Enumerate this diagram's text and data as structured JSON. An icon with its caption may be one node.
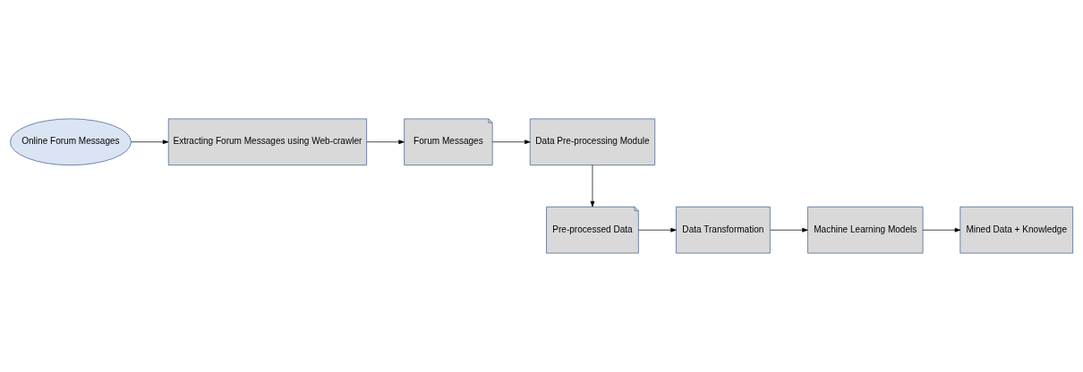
{
  "diagram": {
    "nodes": [
      {
        "text": [
          "Online Forum Messages"
        ]
      },
      {
        "text": [
          "Extracting Forum Messages using Web-crawler"
        ]
      },
      {
        "text": [
          "Forum Messages"
        ]
      },
      {
        "text": [
          "Data Pre-processing Module"
        ]
      },
      {
        "text": [
          "Pre-processed Data"
        ]
      },
      {
        "text": [
          "Data Transformation"
        ]
      },
      {
        "text": [
          "Machine Learning Models"
        ]
      },
      {
        "text": [
          "Mined Data + Knowledge"
        ]
      }
    ],
    "edges": [
      {
        "from": 0,
        "to": 1,
        "arrow": "to"
      },
      {
        "from": 1,
        "to": 2,
        "arrow": "to"
      },
      {
        "from": 2,
        "to": 3,
        "arrow": "to"
      },
      {
        "from": 3,
        "to": 4,
        "arrow": "to"
      },
      {
        "from": 4,
        "to": 5,
        "arrow": "to"
      },
      {
        "from": 5,
        "to": 6,
        "arrow": "to"
      },
      {
        "from": 6,
        "to": 7,
        "arrow": "to"
      }
    ]
  }
}
